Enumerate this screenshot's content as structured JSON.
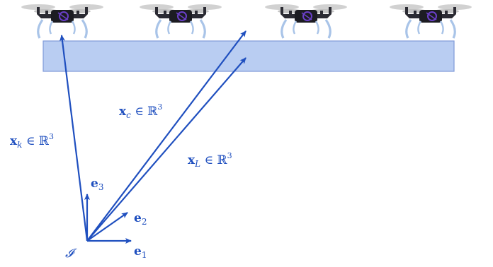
{
  "colors": {
    "vector": "#1f4fbf",
    "payload_fill": "#b9cdf2",
    "payload_stroke": "#7f9ad8",
    "drone_body": "#1c1c22",
    "drone_frame": "#2b2b33",
    "drone_accent": "#6a3fc9",
    "drone_leg": "#a9c4e8",
    "drone_rotor": "#c9c9c9"
  },
  "icons": {
    "drone": "quadrotor-drone-icon"
  },
  "labels": {
    "origin": {
      "symbol": "𝓘"
    },
    "x_k": {
      "vector": "x",
      "subscript": "k",
      "relation": " ∈ ℝ",
      "superscript": "3"
    },
    "x_c": {
      "vector": "x",
      "subscript": "c",
      "relation": " ∈ ℝ",
      "superscript": "3"
    },
    "x_L": {
      "vector": "x",
      "subscript": "L",
      "relation": " ∈ ℝ",
      "superscript": "3"
    },
    "e1": {
      "vector": "e",
      "subscript": "1"
    },
    "e2": {
      "vector": "e",
      "subscript": "2"
    },
    "e3": {
      "vector": "e",
      "subscript": "3"
    }
  }
}
